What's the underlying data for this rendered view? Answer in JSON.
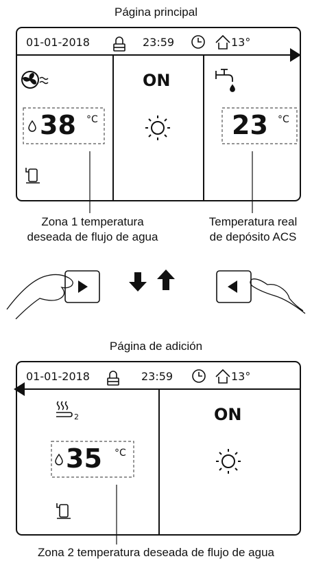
{
  "main_page": {
    "title": "Página principal",
    "date": "01-01-2018",
    "time": "23:59",
    "outdoor_temp": "13°",
    "left_setpoint": "38",
    "left_unit": "°C",
    "center_status": "ON",
    "right_setpoint": "23",
    "right_unit": "°C",
    "callout_left": [
      "Zona 1 temperatura",
      "deseada de flujo de agua"
    ],
    "callout_right": [
      "Temperatura real",
      "de depósito ACS"
    ]
  },
  "add_page": {
    "title": "Página de adición",
    "date": "01-01-2018",
    "time": "23:59",
    "outdoor_temp": "13°",
    "zone_subscript": "2",
    "left_setpoint": "35",
    "left_unit": "°C",
    "right_status": "ON",
    "callout": "Zona 2 temperatura deseada de flujo de agua"
  },
  "icons": [
    "lock-icon",
    "clock-icon",
    "house-icon",
    "fan-icon",
    "faucet-icon",
    "compressor-icon",
    "sun-icon",
    "floor-heating-icon",
    "arrow-right-icon",
    "arrow-left-icon",
    "arrow-down-icon",
    "arrow-up-icon",
    "hand-icon"
  ]
}
